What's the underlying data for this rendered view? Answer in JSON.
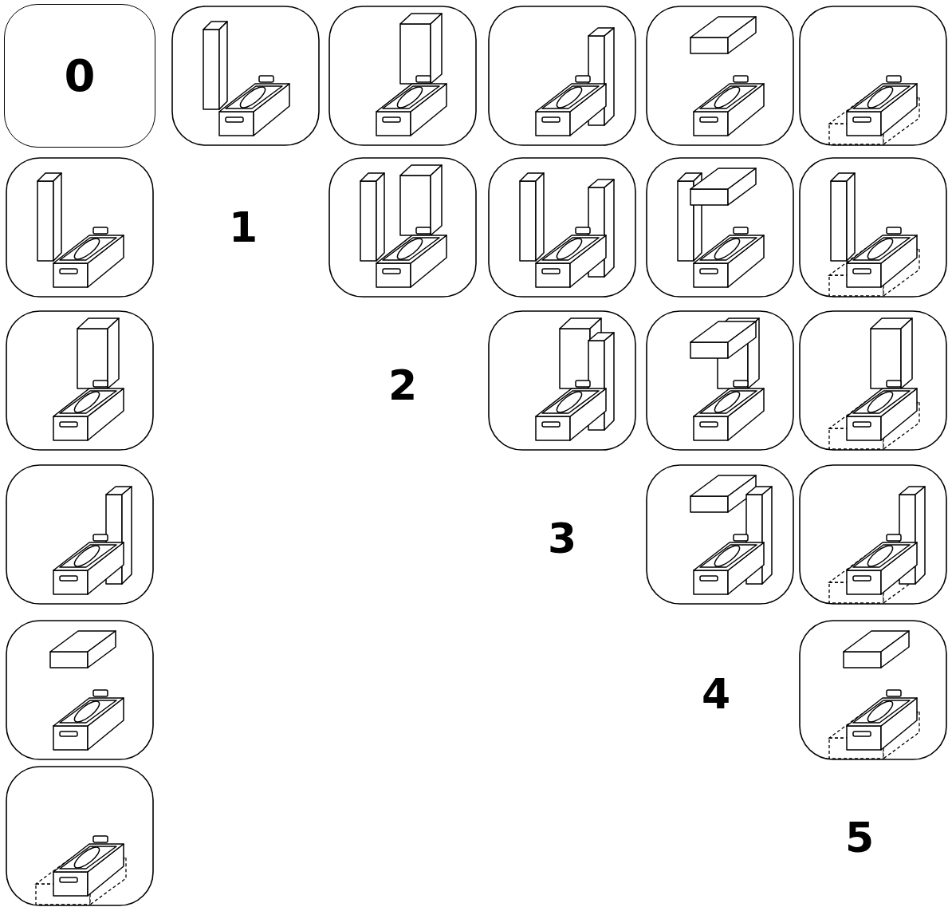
{
  "diagram": {
    "nodes": [
      {
        "text": [
          "0"
        ]
      }
    ],
    "labels": [
      "1",
      "2",
      "3",
      "4",
      "5"
    ]
  }
}
